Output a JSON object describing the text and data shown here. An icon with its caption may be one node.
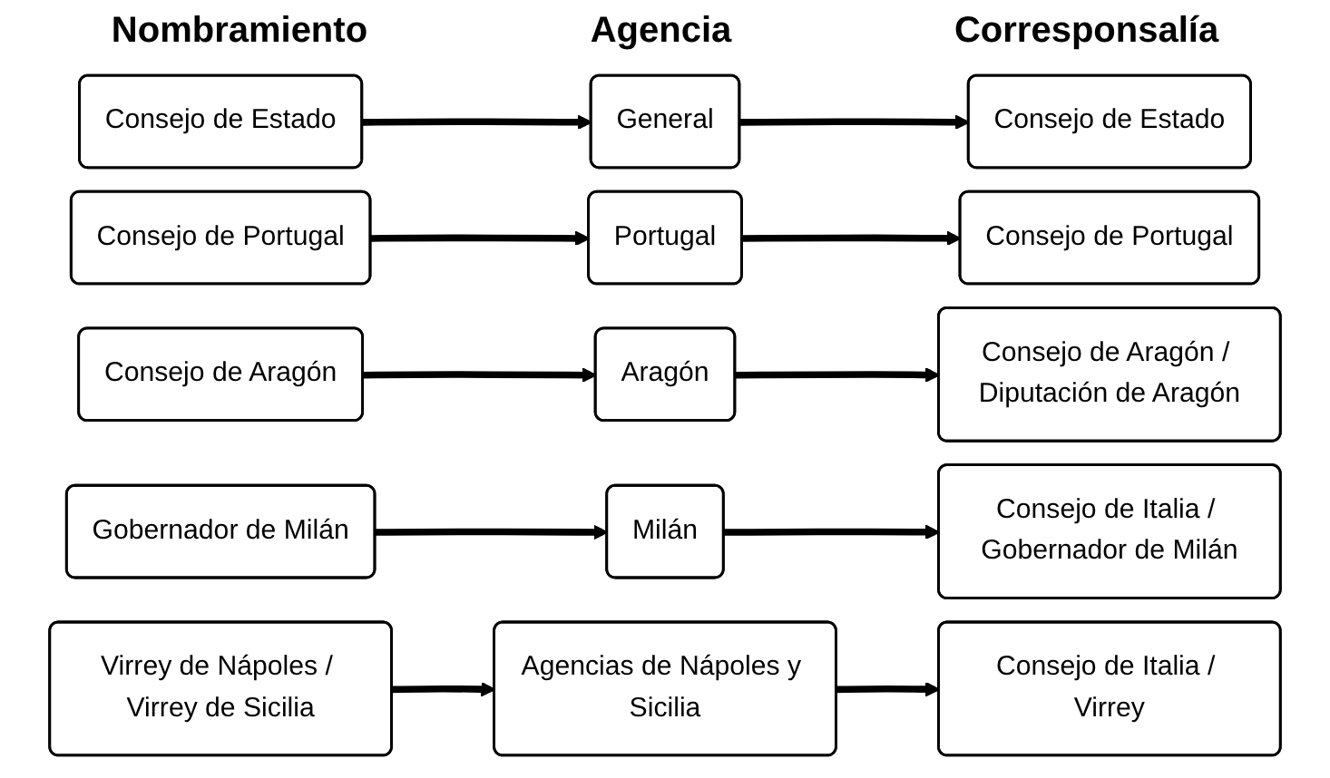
{
  "diagram": {
    "nodes": [
      {
        "text": [
          "Consejo de Estado"
        ]
      },
      {
        "text": [
          "General"
        ]
      },
      {
        "text": [
          "Consejo de Estado"
        ]
      },
      {
        "text": [
          "Consejo de Portugal"
        ]
      },
      {
        "text": [
          "Portugal"
        ]
      },
      {
        "text": [
          "Consejo de Portugal"
        ]
      },
      {
        "text": [
          "Consejo de Aragón"
        ]
      },
      {
        "text": [
          "Aragón"
        ]
      },
      {
        "text": [
          "Consejo de Aragón / Diputación de Aragón"
        ]
      },
      {
        "text": [
          "Gobernador de Milán"
        ]
      },
      {
        "text": [
          "Milán"
        ]
      },
      {
        "text": [
          "Consejo de Italia / Gobernador de Milán"
        ]
      },
      {
        "text": [
          "Virrey de Nápoles / Virrey de Sicilia"
        ]
      },
      {
        "text": [
          "Agencias de Nápoles y Sicilia"
        ]
      },
      {
        "text": [
          "Consejo de Italia / Virrey"
        ]
      }
    ],
    "edges": [
      {
        "from": 0,
        "to": 1,
        "arrow": "to"
      },
      {
        "from": 1,
        "to": 2,
        "arrow": "to"
      },
      {
        "from": 3,
        "to": 4,
        "arrow": "to"
      },
      {
        "from": 4,
        "to": 5,
        "arrow": "to"
      },
      {
        "from": 6,
        "to": 7,
        "arrow": "to"
      },
      {
        "from": 7,
        "to": 8,
        "arrow": "to"
      },
      {
        "from": 9,
        "to": 10,
        "arrow": "to"
      },
      {
        "from": 10,
        "to": 11,
        "arrow": "to"
      },
      {
        "from": 12,
        "to": 13,
        "arrow": "to"
      },
      {
        "from": 13,
        "to": 14,
        "arrow": "to"
      }
    ],
    "labels": [
      "Nombramiento",
      "Agencia",
      "Corresponsalía"
    ]
  }
}
